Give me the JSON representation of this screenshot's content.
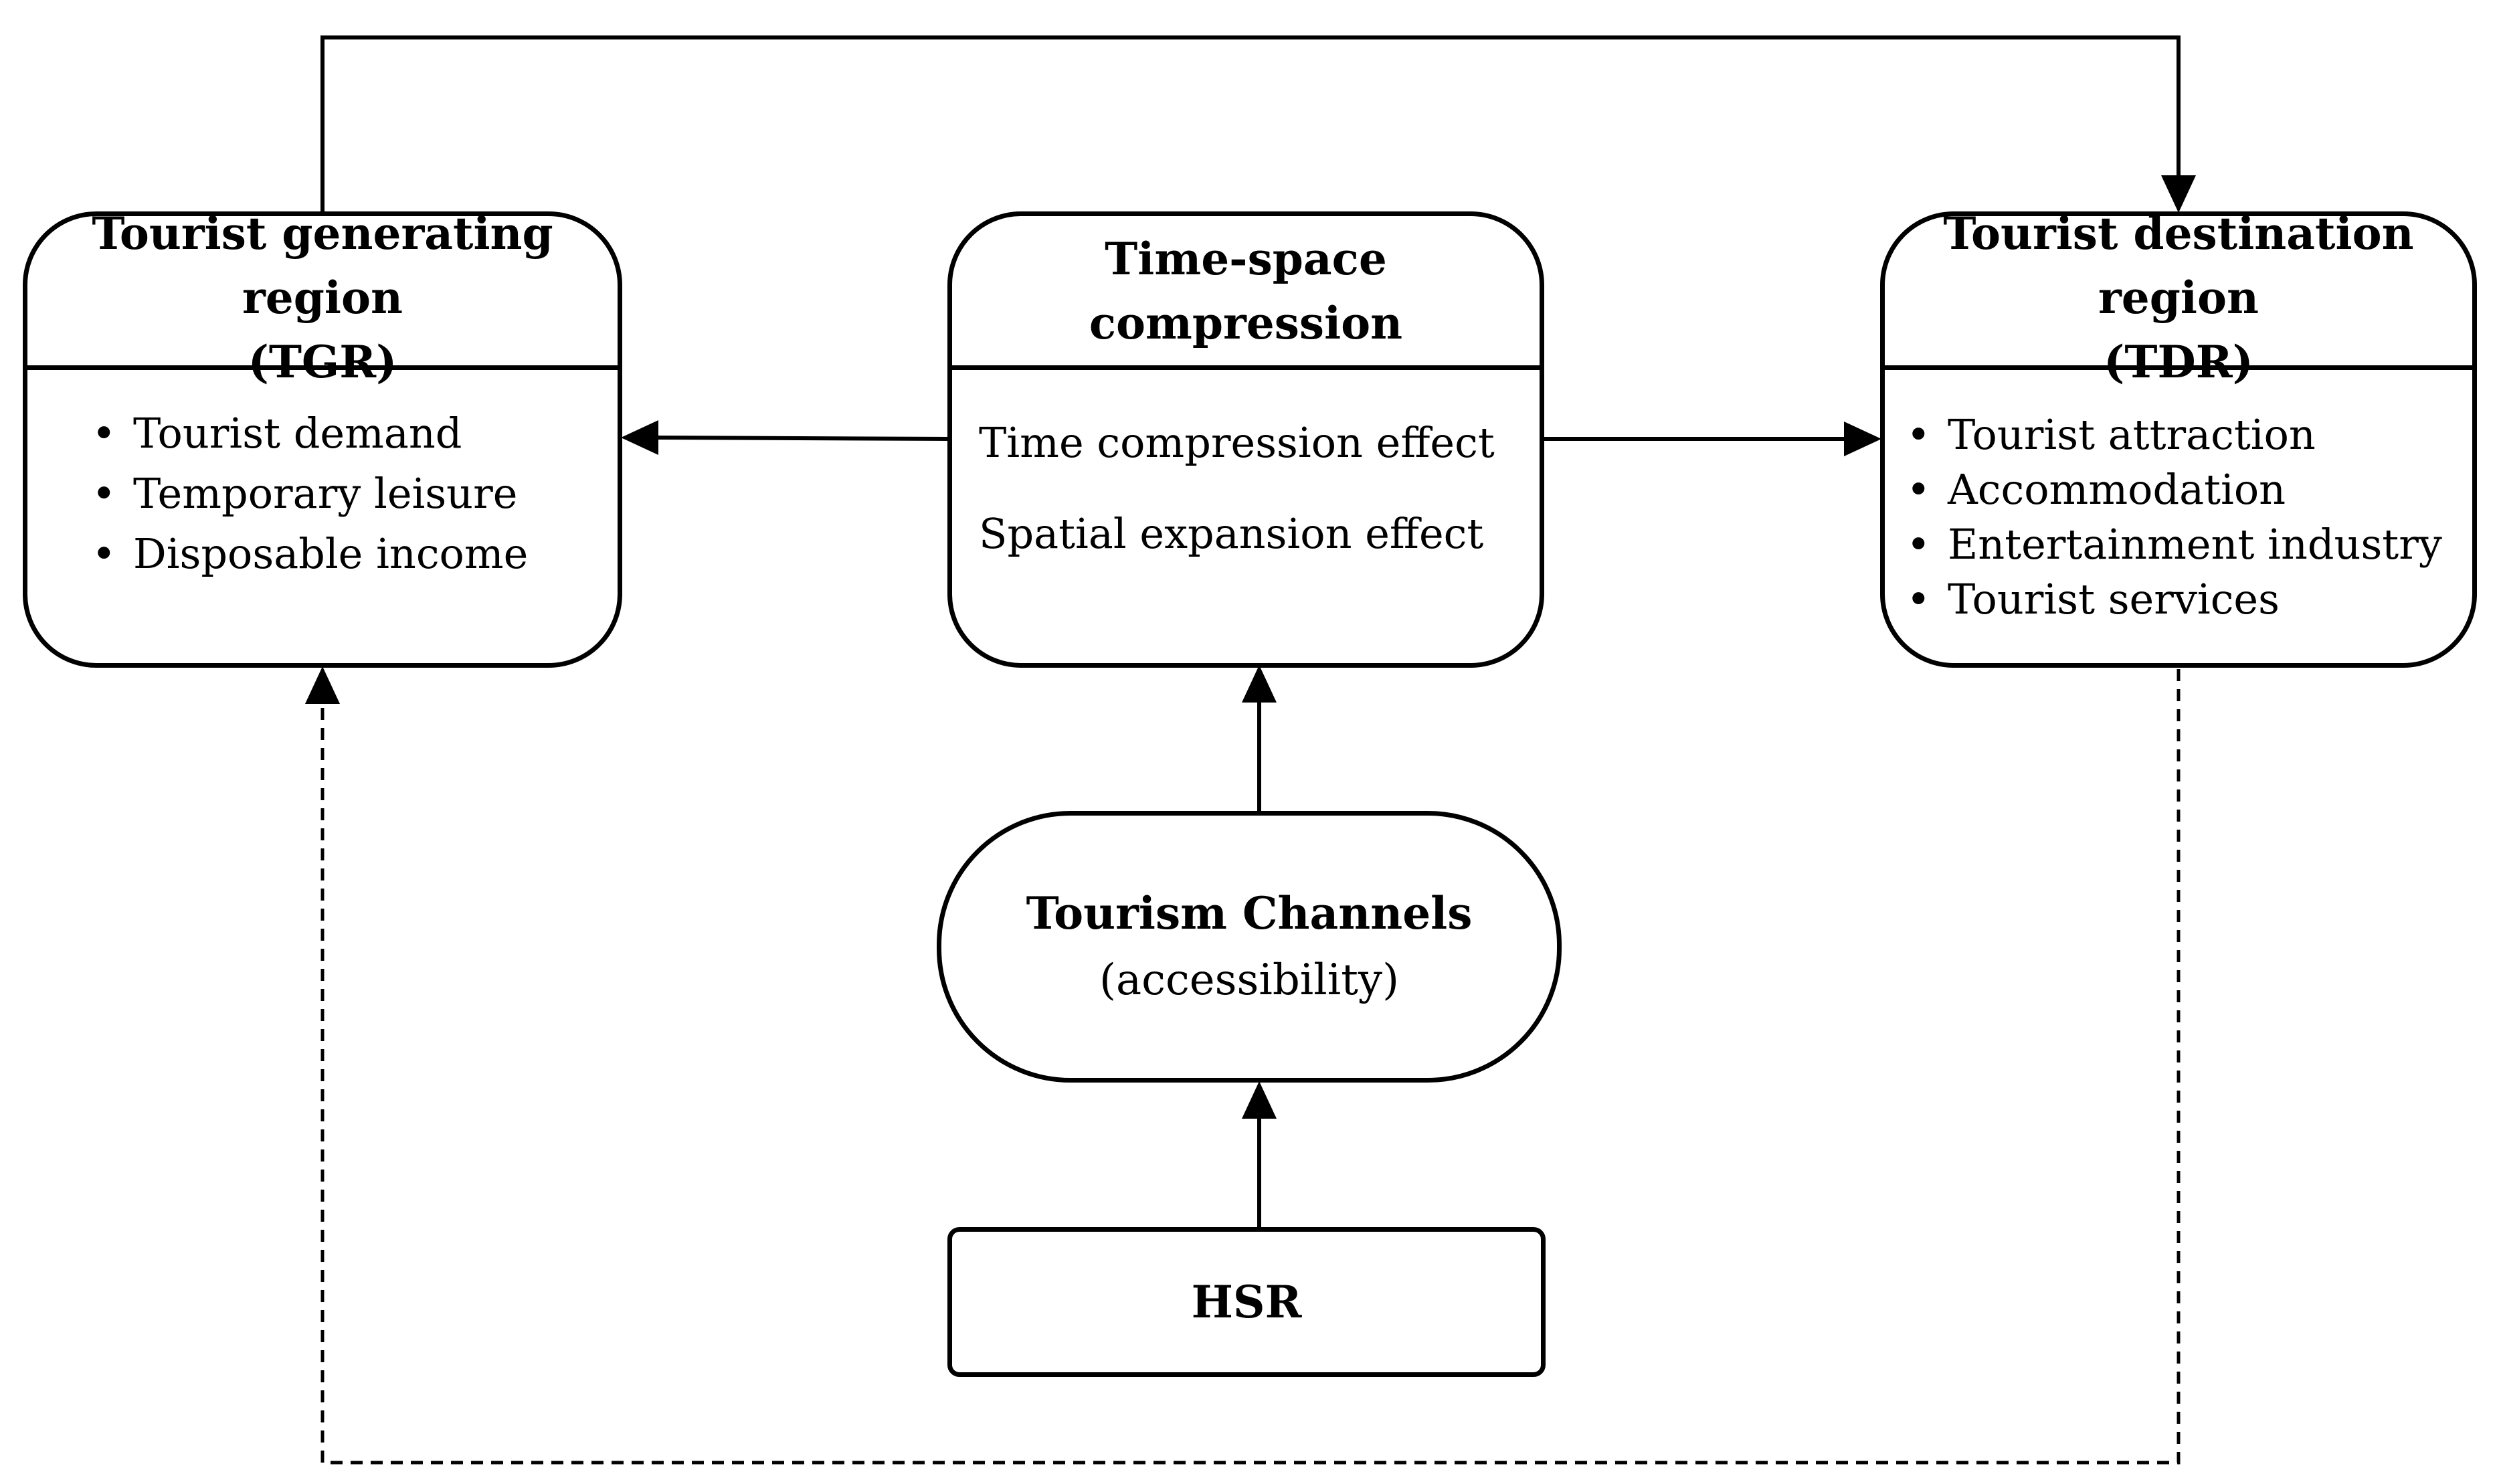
{
  "tgr": {
    "title_line1": "Tourist generating region",
    "title_line2": "(TGR)",
    "items": [
      "Tourist demand",
      "Temporary leisure",
      "Disposable income"
    ]
  },
  "tsc": {
    "title": "Time-space compression",
    "items": [
      "Time compression effect",
      "Spatial expansion effect"
    ]
  },
  "tdr": {
    "title_line1": "Tourist destination region",
    "title_line2": "(TDR)",
    "items": [
      "Tourist attraction",
      "Accommodation",
      "Entertainment industry",
      "Tourist services"
    ]
  },
  "channels": {
    "title": "Tourism Channels",
    "subtitle": "(accessibility)"
  },
  "hsr": {
    "label": "HSR"
  },
  "colors": {
    "line": "#000000",
    "background": "#ffffff"
  }
}
